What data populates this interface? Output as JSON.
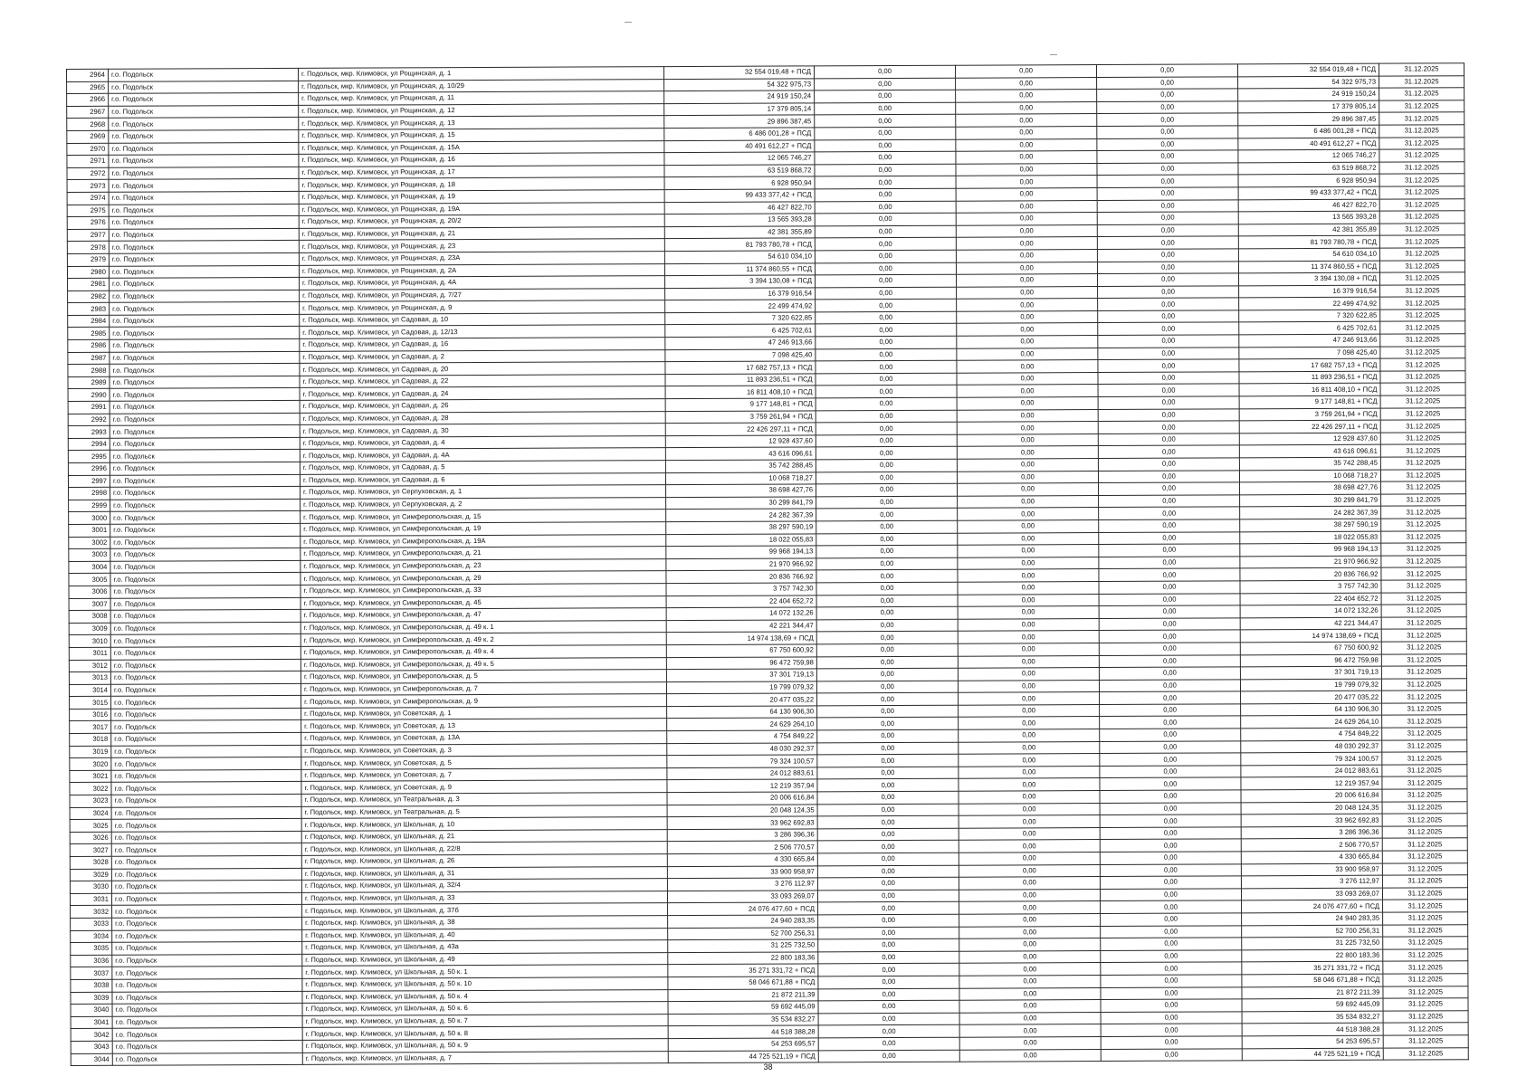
{
  "rows": [
    [
      "2964",
      "г.о. Подольск",
      "г. Подольск, мкр. Климовск, ул Рощинская, д. 1",
      "32 554 019,48 + ПСД",
      "0,00",
      "0,00",
      "0,00",
      "32 554 019,48 + ПСД",
      "31.12.2025"
    ],
    [
      "2965",
      "г.о. Подольск",
      "г. Подольск, мкр. Климовск, ул Рощинская, д. 10/29",
      "54 322 975,73",
      "0,00",
      "0,00",
      "0,00",
      "54 322 975,73",
      "31.12.2025"
    ],
    [
      "2966",
      "г.о. Подольск",
      "г. Подольск, мкр. Климовск, ул Рощинская, д. 11",
      "24 919 150,24",
      "0,00",
      "0,00",
      "0,00",
      "24 919 150,24",
      "31.12.2025"
    ],
    [
      "2967",
      "г.о. Подольск",
      "г. Подольск, мкр. Климовск, ул Рощинская, д. 12",
      "17 379 805,14",
      "0,00",
      "0,00",
      "0,00",
      "17 379 805,14",
      "31.12.2025"
    ],
    [
      "2968",
      "г.о. Подольск",
      "г. Подольск, мкр. Климовск, ул Рощинская, д. 13",
      "29 896 387,45",
      "0,00",
      "0,00",
      "0,00",
      "29 896 387,45",
      "31.12.2025"
    ],
    [
      "2969",
      "г.о. Подольск",
      "г. Подольск, мкр. Климовск, ул Рощинская, д. 15",
      "6 486 001,28 + ПСД",
      "0,00",
      "0,00",
      "0,00",
      "6 486 001,28 + ПСД",
      "31.12.2025"
    ],
    [
      "2970",
      "г.о. Подольск",
      "г. Подольск, мкр. Климовск, ул Рощинская, д. 15А",
      "40 491 612,27 + ПСД",
      "0,00",
      "0,00",
      "0,00",
      "40 491 612,27 + ПСД",
      "31.12.2025"
    ],
    [
      "2971",
      "г.о. Подольск",
      "г. Подольск, мкр. Климовск, ул Рощинская, д. 16",
      "12 065 746,27",
      "0,00",
      "0,00",
      "0,00",
      "12 065 746,27",
      "31.12.2025"
    ],
    [
      "2972",
      "г.о. Подольск",
      "г. Подольск, мкр. Климовск, ул Рощинская, д. 17",
      "63 519 868,72",
      "0,00",
      "0,00",
      "0,00",
      "63 519 868,72",
      "31.12.2025"
    ],
    [
      "2973",
      "г.о. Подольск",
      "г. Подольск, мкр. Климовск, ул Рощинская, д. 18",
      "6 928 950,94",
      "0,00",
      "0,00",
      "0,00",
      "6 928 950,94",
      "31.12.2025"
    ],
    [
      "2974",
      "г.о. Подольск",
      "г. Подольск, мкр. Климовск, ул Рощинская, д. 19",
      "99 433 377,42 + ПСД",
      "0,00",
      "0,00",
      "0,00",
      "99 433 377,42 + ПСД",
      "31.12.2025"
    ],
    [
      "2975",
      "г.о. Подольск",
      "г. Подольск, мкр. Климовск, ул Рощинская, д. 19А",
      "46 427 822,70",
      "0,00",
      "0,00",
      "0,00",
      "46 427 822,70",
      "31.12.2025"
    ],
    [
      "2976",
      "г.о. Подольск",
      "г. Подольск, мкр. Климовск, ул Рощинская, д. 20/2",
      "13 565 393,28",
      "0,00",
      "0,00",
      "0,00",
      "13 565 393,28",
      "31.12.2025"
    ],
    [
      "2977",
      "г.о. Подольск",
      "г. Подольск, мкр. Климовск, ул Рощинская, д. 21",
      "42 381 355,89",
      "0,00",
      "0,00",
      "0,00",
      "42 381 355,89",
      "31.12.2025"
    ],
    [
      "2978",
      "г.о. Подольск",
      "г. Подольск, мкр. Климовск, ул Рощинская, д. 23",
      "81 793 780,78 + ПСД",
      "0,00",
      "0,00",
      "0,00",
      "81 793 780,78 + ПСД",
      "31.12.2025"
    ],
    [
      "2979",
      "г.о. Подольск",
      "г. Подольск, мкр. Климовск, ул Рощинская, д. 23А",
      "54 610 034,10",
      "0,00",
      "0,00",
      "0,00",
      "54 610 034,10",
      "31.12.2025"
    ],
    [
      "2980",
      "г.о. Подольск",
      "г. Подольск, мкр. Климовск, ул Рощинская, д. 2А",
      "11 374 860,55 + ПСД",
      "0,00",
      "0,00",
      "0,00",
      "11 374 860,55 + ПСД",
      "31.12.2025"
    ],
    [
      "2981",
      "г.о. Подольск",
      "г. Подольск, мкр. Климовск, ул Рощинская, д. 4А",
      "3 394 130,08 + ПСД",
      "0,00",
      "0,00",
      "0,00",
      "3 394 130,08 + ПСД",
      "31.12.2025"
    ],
    [
      "2982",
      "г.о. Подольск",
      "г. Подольск, мкр. Климовск, ул Рощинская, д. 7/27",
      "16 379 916,54",
      "0,00",
      "0,00",
      "0,00",
      "16 379 916,54",
      "31.12.2025"
    ],
    [
      "2983",
      "г.о. Подольск",
      "г. Подольск, мкр. Климовск, ул Рощинская, д. 9",
      "22 499 474,92",
      "0,00",
      "0,00",
      "0,00",
      "22 499 474,92",
      "31.12.2025"
    ],
    [
      "2984",
      "г.о. Подольск",
      "г. Подольск, мкр. Климовск, ул Садовая, д. 10",
      "7 320 622,85",
      "0,00",
      "0,00",
      "0,00",
      "7 320 622,85",
      "31.12.2025"
    ],
    [
      "2985",
      "г.о. Подольск",
      "г. Подольск, мкр. Климовск, ул Садовая, д. 12/13",
      "6 425 702,61",
      "0,00",
      "0,00",
      "0,00",
      "6 425 702,61",
      "31.12.2025"
    ],
    [
      "2986",
      "г.о. Подольск",
      "г. Подольск, мкр. Климовск, ул Садовая, д. 16",
      "47 246 913,66",
      "0,00",
      "0,00",
      "0,00",
      "47 246 913,66",
      "31.12.2025"
    ],
    [
      "2987",
      "г.о. Подольск",
      "г. Подольск, мкр. Климовск, ул Садовая, д. 2",
      "7 098 425,40",
      "0,00",
      "0,00",
      "0,00",
      "7 098 425,40",
      "31.12.2025"
    ],
    [
      "2988",
      "г.о. Подольск",
      "г. Подольск, мкр. Климовск, ул Садовая, д. 20",
      "17 682 757,13 + ПСД",
      "0,00",
      "0,00",
      "0,00",
      "17 682 757,13 + ПСД",
      "31.12.2025"
    ],
    [
      "2989",
      "г.о. Подольск",
      "г. Подольск, мкр. Климовск, ул Садовая, д. 22",
      "11 893 236,51 + ПСД",
      "0,00",
      "0,00",
      "0,00",
      "11 893 236,51 + ПСД",
      "31.12.2025"
    ],
    [
      "2990",
      "г.о. Подольск",
      "г. Подольск, мкр. Климовск, ул Садовая, д. 24",
      "16 811 408,10 + ПСД",
      "0,00",
      "0,00",
      "0,00",
      "16 811 408,10 + ПСД",
      "31.12.2025"
    ],
    [
      "2991",
      "г.о. Подольск",
      "г. Подольск, мкр. Климовск, ул Садовая, д. 26",
      "9 177 148,81 + ПСД",
      "0,00",
      "0,00",
      "0,00",
      "9 177 148,81 + ПСД",
      "31.12.2025"
    ],
    [
      "2992",
      "г.о. Подольск",
      "г. Подольск, мкр. Климовск, ул Садовая, д. 28",
      "3 759 261,94 + ПСД",
      "0,00",
      "0,00",
      "0,00",
      "3 759 261,94 + ПСД",
      "31.12.2025"
    ],
    [
      "2993",
      "г.о. Подольск",
      "г. Подольск, мкр. Климовск, ул Садовая, д. 30",
      "22 426 297,11 + ПСД",
      "0,00",
      "0,00",
      "0,00",
      "22 426 297,11 + ПСД",
      "31.12.2025"
    ],
    [
      "2994",
      "г.о. Подольск",
      "г. Подольск, мкр. Климовск, ул Садовая, д. 4",
      "12 928 437,60",
      "0,00",
      "0,00",
      "0,00",
      "12 928 437,60",
      "31.12.2025"
    ],
    [
      "2995",
      "г.о. Подольск",
      "г. Подольск, мкр. Климовск, ул Садовая, д. 4А",
      "43 616 096,61",
      "0,00",
      "0,00",
      "0,00",
      "43 616 096,61",
      "31.12.2025"
    ],
    [
      "2996",
      "г.о. Подольск",
      "г. Подольск, мкр. Климовск, ул Садовая, д. 5",
      "35 742 288,45",
      "0,00",
      "0,00",
      "0,00",
      "35 742 288,45",
      "31.12.2025"
    ],
    [
      "2997",
      "г.о. Подольск",
      "г. Подольск, мкр. Климовск, ул Садовая, д. 6",
      "10 068 718,27",
      "0,00",
      "0,00",
      "0,00",
      "10 068 718,27",
      "31.12.2025"
    ],
    [
      "2998",
      "г.о. Подольск",
      "г. Подольск, мкр. Климовск, ул Серпуховская, д. 1",
      "38 698 427,76",
      "0,00",
      "0,00",
      "0,00",
      "38 698 427,76",
      "31.12.2025"
    ],
    [
      "2999",
      "г.о. Подольск",
      "г. Подольск, мкр. Климовск, ул Серпуховская, д. 2",
      "30 299 841,79",
      "0,00",
      "0,00",
      "0,00",
      "30 299 841,79",
      "31.12.2025"
    ],
    [
      "3000",
      "г.о. Подольск",
      "г. Подольск, мкр. Климовск, ул Симферопольская, д. 15",
      "24 282 367,39",
      "0,00",
      "0,00",
      "0,00",
      "24 282 367,39",
      "31.12.2025"
    ],
    [
      "3001",
      "г.о. Подольск",
      "г. Подольск, мкр. Климовск, ул Симферопольская, д. 19",
      "38 297 590,19",
      "0,00",
      "0,00",
      "0,00",
      "38 297 590,19",
      "31.12.2025"
    ],
    [
      "3002",
      "г.о. Подольск",
      "г. Подольск, мкр. Климовск, ул Симферопольская, д. 19А",
      "18 022 055,83",
      "0,00",
      "0,00",
      "0,00",
      "18 022 055,83",
      "31.12.2025"
    ],
    [
      "3003",
      "г.о. Подольск",
      "г. Подольск, мкр. Климовск, ул Симферопольская, д. 21",
      "99 968 194,13",
      "0,00",
      "0,00",
      "0,00",
      "99 968 194,13",
      "31.12.2025"
    ],
    [
      "3004",
      "г.о. Подольск",
      "г. Подольск, мкр. Климовск, ул Симферопольская, д. 23",
      "21 970 966,92",
      "0,00",
      "0,00",
      "0,00",
      "21 970 966,92",
      "31.12.2025"
    ],
    [
      "3005",
      "г.о. Подольск",
      "г. Подольск, мкр. Климовск, ул Симферопольская, д. 29",
      "20 836 766,92",
      "0,00",
      "0,00",
      "0,00",
      "20 836 766,92",
      "31.12.2025"
    ],
    [
      "3006",
      "г.о. Подольск",
      "г. Подольск, мкр. Климовск, ул Симферопольская, д. 33",
      "3 757 742,30",
      "0,00",
      "0,00",
      "0,00",
      "3 757 742,30",
      "31.12.2025"
    ],
    [
      "3007",
      "г.о. Подольск",
      "г. Подольск, мкр. Климовск, ул Симферопольская, д. 45",
      "22 404 652,72",
      "0,00",
      "0,00",
      "0,00",
      "22 404 652,72",
      "31.12.2025"
    ],
    [
      "3008",
      "г.о. Подольск",
      "г. Подольск, мкр. Климовск, ул Симферопольская, д. 47",
      "14 072 132,26",
      "0,00",
      "0,00",
      "0,00",
      "14 072 132,26",
      "31.12.2025"
    ],
    [
      "3009",
      "г.о. Подольск",
      "г. Подольск, мкр. Климовск, ул Симферопольская, д. 49 к. 1",
      "42 221 344,47",
      "0,00",
      "0,00",
      "0,00",
      "42 221 344,47",
      "31.12.2025"
    ],
    [
      "3010",
      "г.о. Подольск",
      "г. Подольск, мкр. Климовск, ул Симферопольская, д. 49 к. 2",
      "14 974 138,69 + ПСД",
      "0,00",
      "0,00",
      "0,00",
      "14 974 138,69 + ПСД",
      "31.12.2025"
    ],
    [
      "3011",
      "г.о. Подольск",
      "г. Подольск, мкр. Климовск, ул Симферопольская, д. 49 к. 4",
      "67 750 600,92",
      "0,00",
      "0,00",
      "0,00",
      "67 750 600,92",
      "31.12.2025"
    ],
    [
      "3012",
      "г.о. Подольск",
      "г. Подольск, мкр. Климовск, ул Симферопольская, д. 49 к. 5",
      "96 472 759,98",
      "0,00",
      "0,00",
      "0,00",
      "96 472 759,98",
      "31.12.2025"
    ],
    [
      "3013",
      "г.о. Подольск",
      "г. Подольск, мкр. Климовск, ул Симферопольская, д. 5",
      "37 301 719,13",
      "0,00",
      "0,00",
      "0,00",
      "37 301 719,13",
      "31.12.2025"
    ],
    [
      "3014",
      "г.о. Подольск",
      "г. Подольск, мкр. Климовск, ул Симферопольская, д. 7",
      "19 799 079,32",
      "0,00",
      "0,00",
      "0,00",
      "19 799 079,32",
      "31.12.2025"
    ],
    [
      "3015",
      "г.о. Подольск",
      "г. Подольск, мкр. Климовск, ул Симферопольская, д. 9",
      "20 477 035,22",
      "0,00",
      "0,00",
      "0,00",
      "20 477 035,22",
      "31.12.2025"
    ],
    [
      "3016",
      "г.о. Подольск",
      "г. Подольск, мкр. Климовск, ул Советская, д. 1",
      "64 130 906,30",
      "0,00",
      "0,00",
      "0,00",
      "64 130 906,30",
      "31.12.2025"
    ],
    [
      "3017",
      "г.о. Подольск",
      "г. Подольск, мкр. Климовск, ул Советская, д. 13",
      "24 629 264,10",
      "0,00",
      "0,00",
      "0,00",
      "24 629 264,10",
      "31.12.2025"
    ],
    [
      "3018",
      "г.о. Подольск",
      "г. Подольск, мкр. Климовск, ул Советская, д. 13А",
      "4 754 849,22",
      "0,00",
      "0,00",
      "0,00",
      "4 754 849,22",
      "31.12.2025"
    ],
    [
      "3019",
      "г.о. Подольск",
      "г. Подольск, мкр. Климовск, ул Советская, д. 3",
      "48 030 292,37",
      "0,00",
      "0,00",
      "0,00",
      "48 030 292,37",
      "31.12.2025"
    ],
    [
      "3020",
      "г.о. Подольск",
      "г. Подольск, мкр. Климовск, ул Советская, д. 5",
      "79 324 100,57",
      "0,00",
      "0,00",
      "0,00",
      "79 324 100,57",
      "31.12.2025"
    ],
    [
      "3021",
      "г.о. Подольск",
      "г. Подольск, мкр. Климовск, ул Советская, д. 7",
      "24 012 883,61",
      "0,00",
      "0,00",
      "0,00",
      "24 012 883,61",
      "31.12.2025"
    ],
    [
      "3022",
      "г.о. Подольск",
      "г. Подольск, мкр. Климовск, ул Советская, д. 9",
      "12 219 357,94",
      "0,00",
      "0,00",
      "0,00",
      "12 219 357,94",
      "31.12.2025"
    ],
    [
      "3023",
      "г.о. Подольск",
      "г. Подольск, мкр. Климовск, ул Театральная, д. 3",
      "20 006 616,84",
      "0,00",
      "0,00",
      "0,00",
      "20 006 616,84",
      "31.12.2025"
    ],
    [
      "3024",
      "г.о. Подольск",
      "г. Подольск, мкр. Климовск, ул Театральная, д. 5",
      "20 048 124,35",
      "0,00",
      "0,00",
      "0,00",
      "20 048 124,35",
      "31.12.2025"
    ],
    [
      "3025",
      "г.о. Подольск",
      "г. Подольск, мкр. Климовск, ул Школьная, д. 10",
      "33 962 692,83",
      "0,00",
      "0,00",
      "0,00",
      "33 962 692,83",
      "31.12.2025"
    ],
    [
      "3026",
      "г.о. Подольск",
      "г. Подольск, мкр. Климовск, ул Школьная, д. 21",
      "3 286 396,36",
      "0,00",
      "0,00",
      "0,00",
      "3 286 396,36",
      "31.12.2025"
    ],
    [
      "3027",
      "г.о. Подольск",
      "г. Подольск, мкр. Климовск, ул Школьная, д. 22/8",
      "2 506 770,57",
      "0,00",
      "0,00",
      "0,00",
      "2 506 770,57",
      "31.12.2025"
    ],
    [
      "3028",
      "г.о. Подольск",
      "г. Подольск, мкр. Климовск, ул Школьная, д. 26",
      "4 330 665,84",
      "0,00",
      "0,00",
      "0,00",
      "4 330 665,84",
      "31.12.2025"
    ],
    [
      "3029",
      "г.о. Подольск",
      "г. Подольск, мкр. Климовск, ул Школьная, д. 31",
      "33 900 958,97",
      "0,00",
      "0,00",
      "0,00",
      "33 900 958,97",
      "31.12.2025"
    ],
    [
      "3030",
      "г.о. Подольск",
      "г. Подольск, мкр. Климовск, ул Школьная, д. 32/4",
      "3 276 112,97",
      "0,00",
      "0,00",
      "0,00",
      "3 276 112,97",
      "31.12.2025"
    ],
    [
      "3031",
      "г.о. Подольск",
      "г. Подольск, мкр. Климовск, ул Школьная, д. 33",
      "33 093 269,07",
      "0,00",
      "0,00",
      "0,00",
      "33 093 269,07",
      "31.12.2025"
    ],
    [
      "3032",
      "г.о. Подольск",
      "г. Подольск, мкр. Климовск, ул Школьная, д. 37б",
      "24 076 477,60 + ПСД",
      "0,00",
      "0,00",
      "0,00",
      "24 076 477,60 + ПСД",
      "31.12.2025"
    ],
    [
      "3033",
      "г.о. Подольск",
      "г. Подольск, мкр. Климовск, ул Школьная, д. 38",
      "24 940 283,35",
      "0,00",
      "0,00",
      "0,00",
      "24 940 283,35",
      "31.12.2025"
    ],
    [
      "3034",
      "г.о. Подольск",
      "г. Подольск, мкр. Климовск, ул Школьная, д. 40",
      "52 700 256,31",
      "0,00",
      "0,00",
      "0,00",
      "52 700 256,31",
      "31.12.2025"
    ],
    [
      "3035",
      "г.о. Подольск",
      "г. Подольск, мкр. Климовск, ул Школьная, д. 43а",
      "31 225 732,50",
      "0,00",
      "0,00",
      "0,00",
      "31 225 732,50",
      "31.12.2025"
    ],
    [
      "3036",
      "г.о. Подольск",
      "г. Подольск, мкр. Климовск, ул Школьная, д. 49",
      "22 800 183,36",
      "0,00",
      "0,00",
      "0,00",
      "22 800 183,36",
      "31.12.2025"
    ],
    [
      "3037",
      "г.о. Подольск",
      "г. Подольск, мкр. Климовск, ул Школьная, д. 50 к. 1",
      "35 271 331,72 + ПСД",
      "0,00",
      "0,00",
      "0,00",
      "35 271 331,72 + ПСД",
      "31.12.2025"
    ],
    [
      "3038",
      "г.о. Подольск",
      "г. Подольск, мкр. Климовск, ул Школьная, д. 50 к. 10",
      "58 046 671,88 + ПСД",
      "0,00",
      "0,00",
      "0,00",
      "58 046 671,88 + ПСД",
      "31.12.2025"
    ],
    [
      "3039",
      "г.о. Подольск",
      "г. Подольск, мкр. Климовск, ул Школьная, д. 50 к. 4",
      "21 872 211,39",
      "0,00",
      "0,00",
      "0,00",
      "21 872 211,39",
      "31.12.2025"
    ],
    [
      "3040",
      "г.о. Подольск",
      "г. Подольск, мкр. Климовск, ул Школьная, д. 50 к. 6",
      "59 692 445,09",
      "0,00",
      "0,00",
      "0,00",
      "59 692 445,09",
      "31.12.2025"
    ],
    [
      "3041",
      "г.о. Подольск",
      "г. Подольск, мкр. Климовск, ул Школьная, д. 50 к. 7",
      "35 534 832,27",
      "0,00",
      "0,00",
      "0,00",
      "35 534 832,27",
      "31.12.2025"
    ],
    [
      "3042",
      "г.о. Подольск",
      "г. Подольск, мкр. Климовск, ул Школьная, д. 50 к. 8",
      "44 518 388,28",
      "0,00",
      "0,00",
      "0,00",
      "44 518 388,28",
      "31.12.2025"
    ],
    [
      "3043",
      "г.о. Подольск",
      "г. Подольск, мкр. Климовск, ул Школьная, д. 50 к. 9",
      "54 253 695,57",
      "0,00",
      "0,00",
      "0,00",
      "54 253 695,57",
      "31.12.2025"
    ],
    [
      "3044",
      "г.о. Подольск",
      "г. Подольск, мкр. Климовск, ул Школьная, д. 7",
      "44 725 521,19 + ПСД",
      "0,00",
      "0,00",
      "0,00",
      "44 725 521,19 + ПСД",
      "31.12.2025"
    ]
  ],
  "page_number": "38"
}
